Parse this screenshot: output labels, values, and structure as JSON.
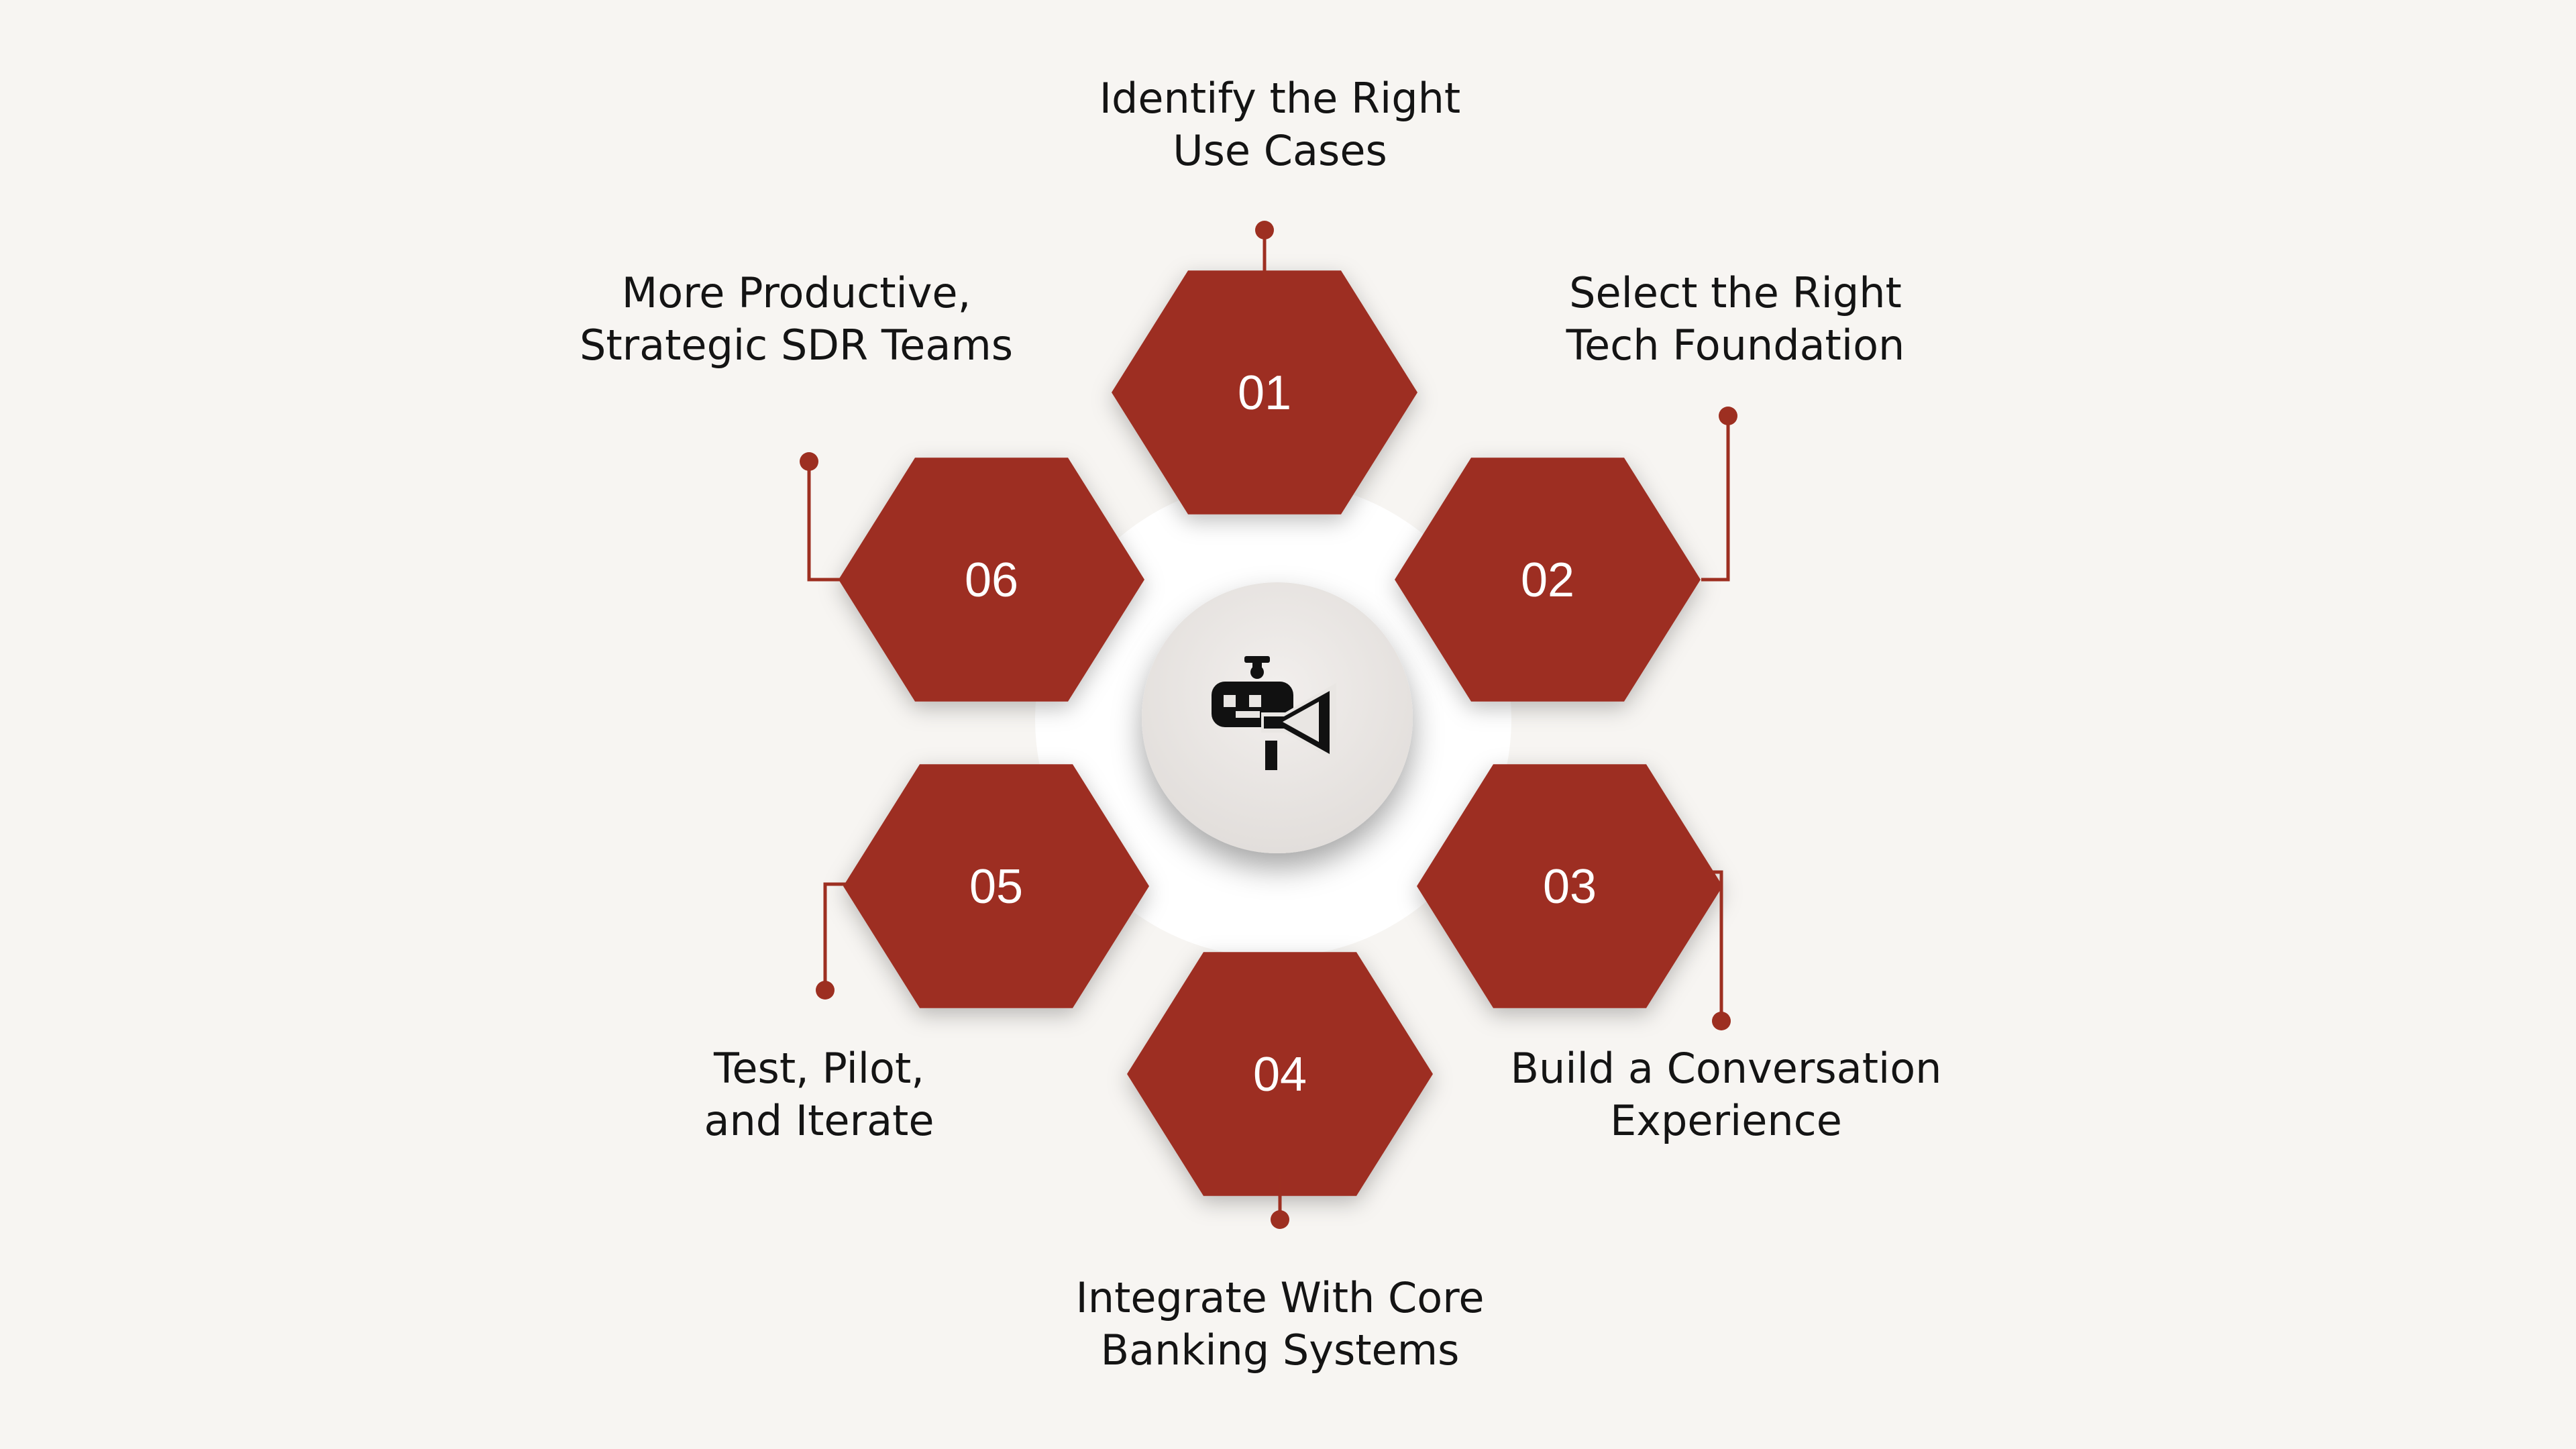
{
  "colors": {
    "background": "#f7f5f2",
    "hexagon": "#9d2f21",
    "connector": "#9d2f21",
    "center_circle": "#e9e6e3",
    "ring": "#ffffff",
    "text": "#141414",
    "number_text": "#ffffff"
  },
  "center_icon": "robot-megaphone-icon",
  "steps": [
    {
      "number": "01",
      "line1": "Identify the Right",
      "line2": "Use Cases"
    },
    {
      "number": "02",
      "line1": "Select the Right",
      "line2": "Tech Foundation"
    },
    {
      "number": "03",
      "line1": "Build a Conversation",
      "line2": "Experience"
    },
    {
      "number": "04",
      "line1": "Integrate With Core",
      "line2": "Banking Systems"
    },
    {
      "number": "05",
      "line1": "Test, Pilot,",
      "line2": "and Iterate"
    },
    {
      "number": "06",
      "line1": "More Productive,",
      "line2": "Strategic SDR Teams"
    }
  ]
}
